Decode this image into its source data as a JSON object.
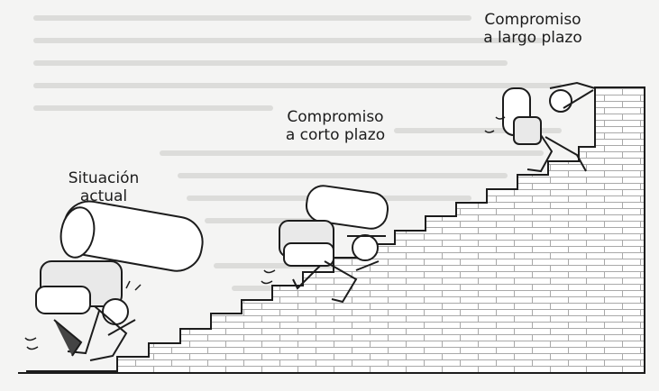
{
  "captions": [
    {
      "line1": "Situación",
      "line2": "actual"
    },
    {
      "line1": "Compromiso",
      "line2": "a corto plazo"
    },
    {
      "line1": "Compromiso",
      "line2": "a largo plazo"
    }
  ],
  "colors": {
    "background": "#f4f4f3",
    "wall": "#ffffff",
    "brick_line": "#a9a9a9",
    "ink": "#1c1c1c",
    "faded_text": "#dcdcda"
  },
  "figures": [
    {
      "stage": "actual",
      "load": "very heavy"
    },
    {
      "stage": "short-term",
      "load": "medium"
    },
    {
      "stage": "long-term",
      "load": "light"
    }
  ]
}
